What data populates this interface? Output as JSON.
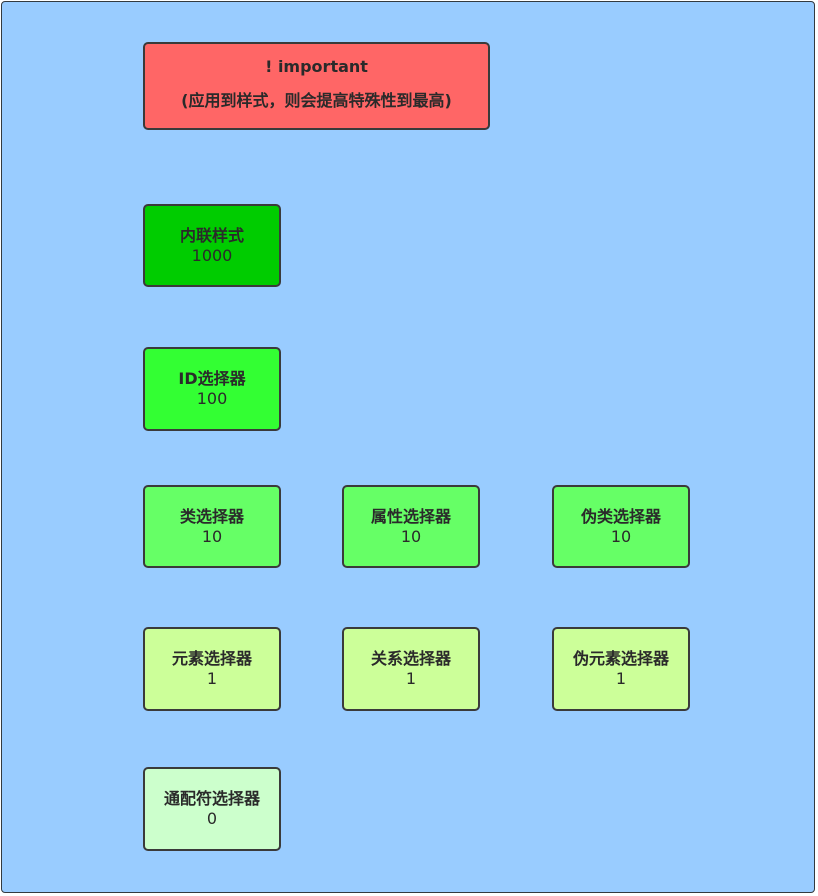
{
  "important": {
    "title": "! important",
    "note": "(应用到样式，则会提高特殊性到最高)"
  },
  "selectors": {
    "inline": {
      "name": "内联样式",
      "weight": "1000"
    },
    "id": {
      "name": "ID选择器",
      "weight": "100"
    },
    "class": {
      "name": "类选择器",
      "weight": "10"
    },
    "attribute": {
      "name": "属性选择器",
      "weight": "10"
    },
    "pseudo_class": {
      "name": "伪类选择器",
      "weight": "10"
    },
    "element": {
      "name": "元素选择器",
      "weight": "1"
    },
    "relation": {
      "name": "关系选择器",
      "weight": "1"
    },
    "pseudo_element": {
      "name": "伪元素选择器",
      "weight": "1"
    },
    "universal": {
      "name": "通配符选择器",
      "weight": "0"
    }
  },
  "colors": {
    "background": "#99ccff",
    "important": "#ff6666",
    "inline": "#00cc00",
    "id": "#33ff33",
    "ten": "#66ff66",
    "one": "#ccff99",
    "zero": "#ccffcc"
  }
}
